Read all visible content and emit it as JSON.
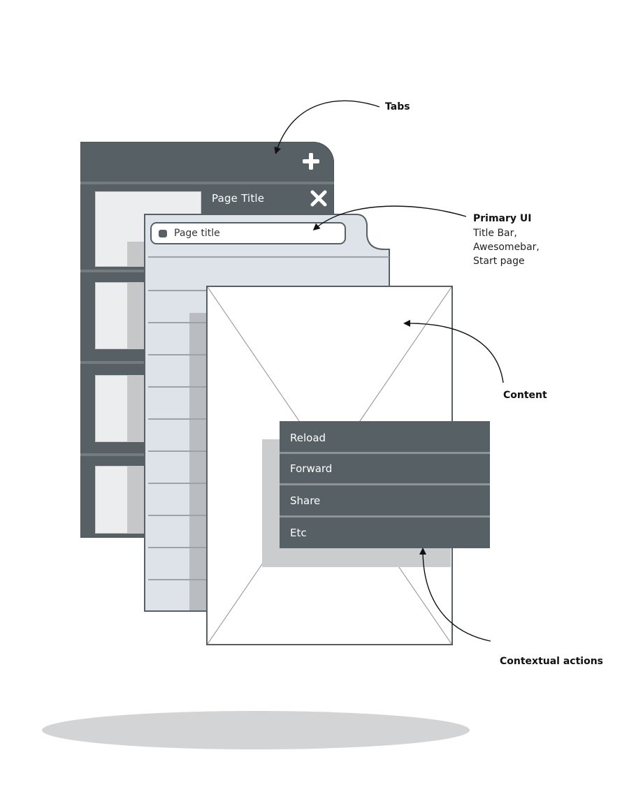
{
  "tabs_panel": {
    "tab_title": "Page Title",
    "add_tab_icon": "plus-icon",
    "close_tab_icon": "close-icon"
  },
  "primary_ui": {
    "url_text": "Page title",
    "favicon_icon": "favicon-dot"
  },
  "context_menu": {
    "items": [
      "Reload",
      "Forward",
      "Share",
      "Etc"
    ]
  },
  "annotations": {
    "tabs": "Tabs",
    "primary_ui_title": "Primary UI",
    "primary_ui_line1": "Title Bar,",
    "primary_ui_line2": "Awesomebar,",
    "primary_ui_line3": "Start page",
    "content": "Content",
    "contextual_actions": "Contextual actions"
  },
  "colors": {
    "dark_panel": "#576065",
    "light_panel": "#dee3ea",
    "thumbnail": "#ecedef",
    "shadow": "#d3d4d6"
  }
}
